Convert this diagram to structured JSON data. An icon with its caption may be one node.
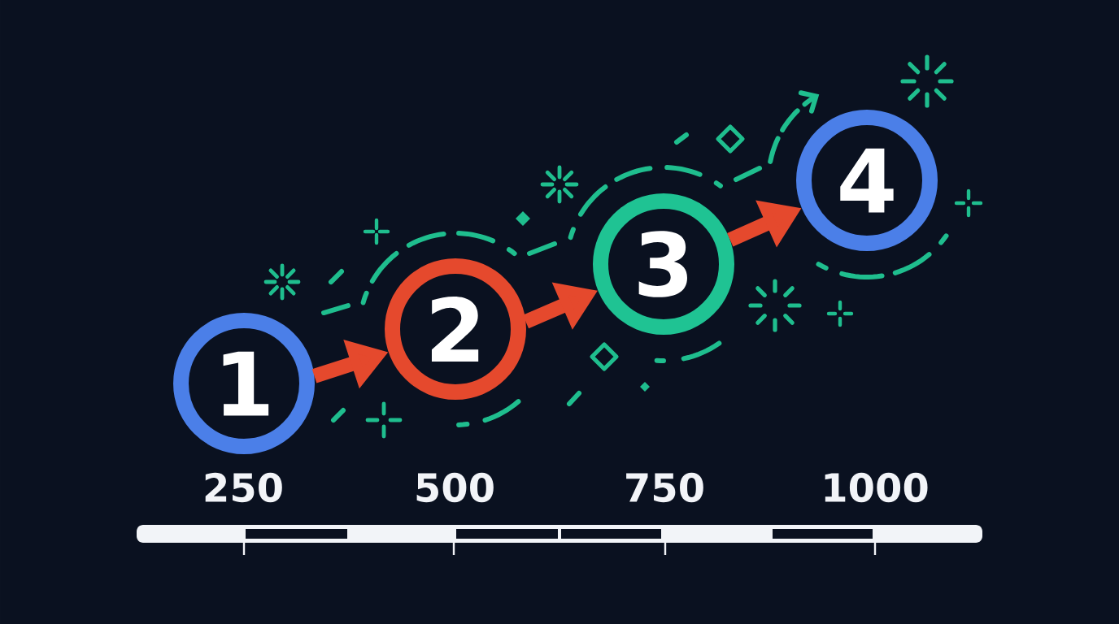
{
  "diagram": {
    "nodes": [
      {
        "text": [
          "1"
        ]
      },
      {
        "text": [
          "2"
        ]
      },
      {
        "text": [
          "3"
        ]
      },
      {
        "text": [
          "4"
        ]
      }
    ],
    "edges": [
      {
        "from": 0,
        "to": 1,
        "arrow": "to"
      },
      {
        "from": 1,
        "to": 2,
        "arrow": "to"
      },
      {
        "from": 2,
        "to": 3,
        "arrow": "to"
      }
    ],
    "labels": [
      "250",
      "500",
      "750",
      "1000"
    ]
  }
}
